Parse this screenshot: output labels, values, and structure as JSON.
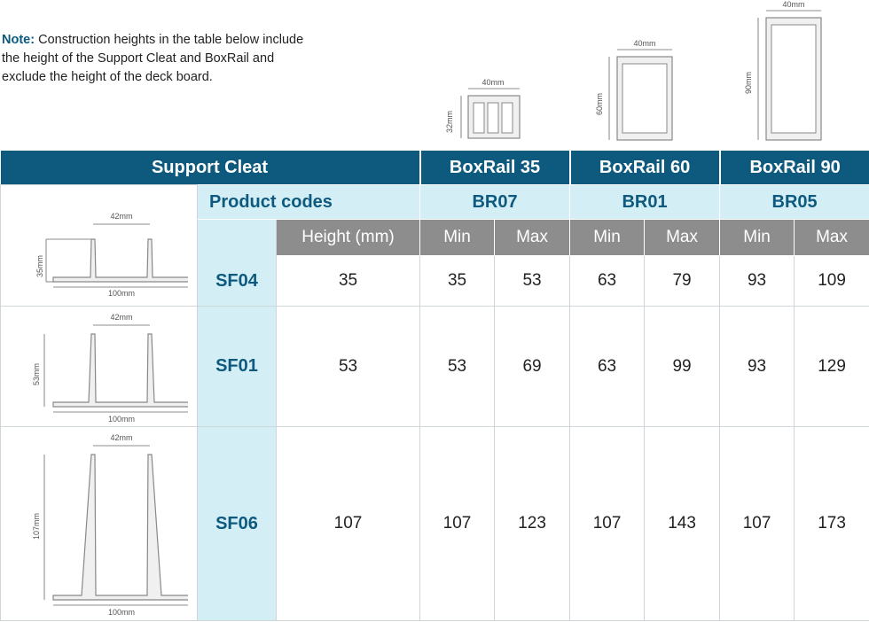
{
  "note": {
    "label": "Note:",
    "text": " Construction heights in the table below include the height of the Support Cleat and BoxRail and exclude the height of the deck board."
  },
  "boxrail_profiles": [
    {
      "width": "40mm",
      "height": "32mm"
    },
    {
      "width": "40mm",
      "height": "60mm"
    },
    {
      "width": "40mm",
      "height": "90mm"
    }
  ],
  "table": {
    "header": {
      "support_cleat": "Support Cleat",
      "boxrails": [
        "BoxRail 35",
        "BoxRail 60",
        "BoxRail 90"
      ]
    },
    "codes_row": {
      "label": "Product codes",
      "codes": [
        "BR07",
        "BR01",
        "BR05"
      ]
    },
    "sub_header": {
      "height": "Height (mm)",
      "min": "Min",
      "max": "Max"
    },
    "rows": [
      {
        "code": "SF04",
        "height": "35",
        "br07_min": "35",
        "br07_max": "53",
        "br01_min": "63",
        "br01_max": "79",
        "br05_min": "93",
        "br05_max": "109",
        "dims": {
          "width_top": "42mm",
          "height": "35mm",
          "width_base": "100mm"
        }
      },
      {
        "code": "SF01",
        "height": "53",
        "br07_min": "53",
        "br07_max": "69",
        "br01_min": "63",
        "br01_max": "99",
        "br05_min": "93",
        "br05_max": "129",
        "dims": {
          "width_top": "42mm",
          "height": "53mm",
          "width_base": "100mm"
        }
      },
      {
        "code": "SF06",
        "height": "107",
        "br07_min": "107",
        "br07_max": "123",
        "br01_min": "107",
        "br01_max": "143",
        "br05_min": "107",
        "br05_max": "173",
        "dims": {
          "width_top": "42mm",
          "height": "107mm",
          "width_base": "100mm"
        }
      }
    ]
  }
}
